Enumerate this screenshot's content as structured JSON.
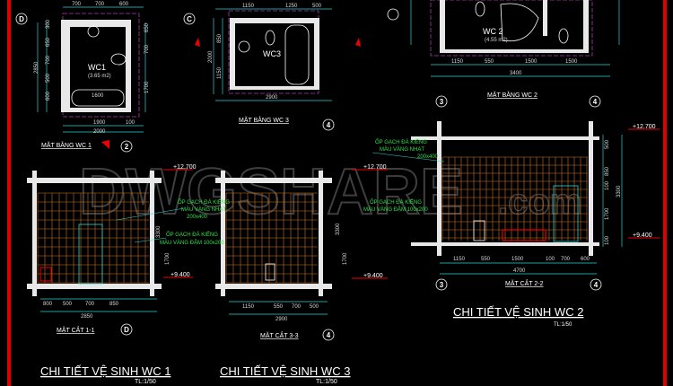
{
  "watermark": {
    "main": "DWGSHARE",
    "suffix": ".com"
  },
  "colors": {
    "frame": "#e00000",
    "dimension": "#29d3d3",
    "tile": "#c8702a",
    "note": "#2fe04a",
    "boundary": "#b03ab0"
  },
  "plans": {
    "wc1": {
      "label": "MẶT BẰNG WC 1",
      "room": "WC1",
      "area": "(3.65 m2)",
      "grid_top": "D",
      "grid_bottom": "2",
      "top_dims": [
        "700",
        "700",
        "600"
      ],
      "bottom_dims": [
        "1900",
        "100"
      ],
      "total": "2000",
      "left_dims": [
        "300",
        "650",
        "700",
        "500",
        "600"
      ],
      "left_total": "2850",
      "right_dims": [
        "650",
        "700",
        "1700"
      ],
      "tub": "1600"
    },
    "wc3": {
      "label": "MẶT BẰNG WC 3",
      "room": "WC3",
      "grid_left": "C",
      "grid_bottom": "4",
      "top_dims": [
        "1150",
        "1250",
        "500"
      ],
      "left_dims": [
        "850",
        "1150"
      ],
      "left_total": "2000",
      "total": "2900"
    },
    "wc2": {
      "label": "MẶT BẰNG WC 2",
      "room": "WC 2",
      "area": "(4.55 m2)",
      "grid_left": "3",
      "grid_right": "4",
      "bottom_dims": [
        "1150",
        "550",
        "1500",
        "1500"
      ],
      "total": "3400"
    }
  },
  "sections": {
    "s11": {
      "label": "MẶT CẮT 1-1",
      "grid": "D",
      "top_level": "+12.700",
      "bottom_level": "+9.400",
      "dims": [
        "800",
        "500",
        "700",
        "850"
      ],
      "total": "2850",
      "side_dims": [
        "3300",
        "1700"
      ]
    },
    "s33": {
      "label": "MẶT CẮT 3-3",
      "grid": "4",
      "top_level": "+12.700",
      "bottom_level": "+9.400",
      "dims": [
        "1150",
        "550",
        "700",
        "500"
      ],
      "total": "2900",
      "side_dims": [
        "3300",
        "1700"
      ]
    },
    "s22": {
      "label": "MẶT CẮT 2-2",
      "grid_left": "3",
      "grid_right": "4",
      "top_level": "+12.700",
      "bottom_level": "+9.400",
      "dims": [
        "1150",
        "550",
        "1500",
        "100",
        "700",
        "600"
      ],
      "total": "4700",
      "side_dims": [
        "500",
        "850",
        "100",
        "1700",
        "100"
      ],
      "side_total": "3300"
    }
  },
  "notes": {
    "light": [
      "ỐP GẠCH ĐÁ KIẾNG",
      "MÀU VÀNG NHẠT",
      "200x400"
    ],
    "dark": [
      "ỐP GẠCH ĐÁ KIẾNG",
      "MÀU VÀNG ĐẬM 100x200"
    ]
  },
  "titles": {
    "wc1": {
      "title": "CHI TIẾT VỆ SINH WC 1",
      "scale": "TL:1/50"
    },
    "wc3": {
      "title": "CHI TIẾT VỆ SINH WC 3",
      "scale": "TL:1/50"
    },
    "wc2": {
      "title": "CHI TIẾT VỆ SINH WC 2",
      "scale": "TL:1/50"
    }
  }
}
